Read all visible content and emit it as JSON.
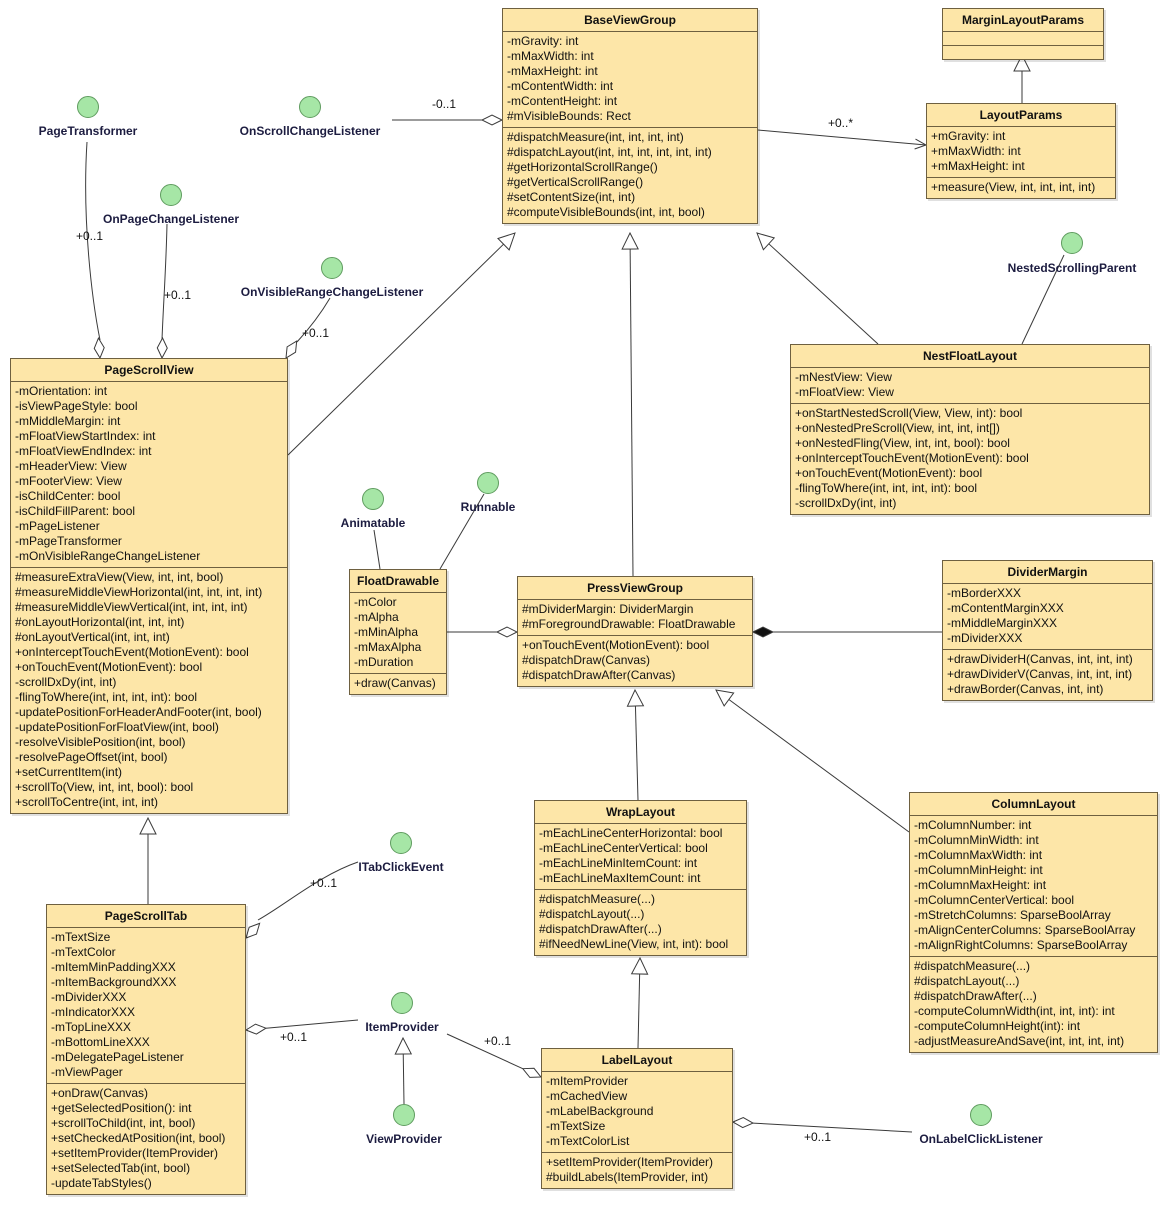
{
  "classes": {
    "baseViewGroup": {
      "name": "BaseViewGroup",
      "attributes": [
        "-mGravity: int",
        "-mMaxWidth: int",
        "-mMaxHeight: int",
        "-mContentWidth: int",
        "-mContentHeight: int",
        "#mVisibleBounds: Rect"
      ],
      "operations": [
        "#dispatchMeasure(int, int, int, int)",
        "#dispatchLayout(int, int, int, int, int, int)",
        "#getHorizontalScrollRange()",
        "#getVerticalScrollRange()",
        "#setContentSize(int, int)",
        "#computeVisibleBounds(int, int, bool)"
      ]
    },
    "marginLayoutParams": {
      "name": "MarginLayoutParams",
      "attributes": [],
      "operations": []
    },
    "layoutParams": {
      "name": "LayoutParams",
      "attributes": [
        "+mGravity: int",
        "+mMaxWidth: int",
        "+mMaxHeight: int"
      ],
      "operations": [
        "+measure(View, int, int, int, int)"
      ]
    },
    "pageScrollView": {
      "name": "PageScrollView",
      "attributes": [
        "-mOrientation: int",
        "-isViewPageStyle: bool",
        "-mMiddleMargin: int",
        "-mFloatViewStartIndex: int",
        "-mFloatViewEndIndex: int",
        "-mHeaderView: View",
        "-mFooterView: View",
        "-isChildCenter: bool",
        "-isChildFillParent: bool",
        "-mPageListener",
        "-mPageTransformer",
        "-mOnVisibleRangeChangeListener"
      ],
      "operations": [
        "#measureExtraView(View, int, int, bool)",
        "#measureMiddleViewHorizontal(int, int, int, int)",
        "#measureMiddleViewVertical(int, int, int, int)",
        "#onLayoutHorizontal(int, int, int)",
        "#onLayoutVertical(int, int, int)",
        "+onInterceptTouchEvent(MotionEvent): bool",
        "+onTouchEvent(MotionEvent): bool",
        "-scrollDxDy(int, int)",
        "-flingToWhere(int, int, int, int): bool",
        "-updatePositionForHeaderAndFooter(int, bool)",
        "-updatePositionForFloatView(int, bool)",
        "-resolveVisiblePosition(int, bool)",
        "-resolvePageOffset(int, bool)",
        "+setCurrentItem(int)",
        "+scrollTo(View, int, int, bool): bool",
        "+scrollToCentre(int, int, int)"
      ]
    },
    "nestFloatLayout": {
      "name": "NestFloatLayout",
      "attributes": [
        "-mNestView: View",
        "-mFloatView: View"
      ],
      "operations": [
        "+onStartNestedScroll(View, View, int): bool",
        "+onNestedPreScroll(View, int, int, int[])",
        "+onNestedFling(View, int, int, bool): bool",
        "+onInterceptTouchEvent(MotionEvent): bool",
        "+onTouchEvent(MotionEvent): bool",
        "-flingToWhere(int, int, int, int): bool",
        "-scrollDxDy(int, int)"
      ]
    },
    "floatDrawable": {
      "name": "FloatDrawable",
      "attributes": [
        "-mColor",
        "-mAlpha",
        "-mMinAlpha",
        "-mMaxAlpha",
        "-mDuration"
      ],
      "operations": [
        "+draw(Canvas)"
      ]
    },
    "pressViewGroup": {
      "name": "PressViewGroup",
      "attributes": [
        "#mDividerMargin: DividerMargin",
        "#mForegroundDrawable: FloatDrawable"
      ],
      "operations": [
        "+onTouchEvent(MotionEvent): bool",
        "#dispatchDraw(Canvas)",
        "#dispatchDrawAfter(Canvas)"
      ]
    },
    "dividerMargin": {
      "name": "DividerMargin",
      "attributes": [
        "-mBorderXXX",
        "-mContentMarginXXX",
        "-mMiddleMarginXXX",
        "-mDividerXXX"
      ],
      "operations": [
        "+drawDividerH(Canvas, int, int, int)",
        "+drawDividerV(Canvas, int, int, int)",
        "+drawBorder(Canvas, int, int)"
      ]
    },
    "wrapLayout": {
      "name": "WrapLayout",
      "attributes": [
        "-mEachLineCenterHorizontal: bool",
        "-mEachLineCenterVertical: bool",
        "-mEachLineMinItemCount: int",
        "-mEachLineMaxItemCount: int"
      ],
      "operations": [
        "#dispatchMeasure(...)",
        "#dispatchLayout(...)",
        "#dispatchDrawAfter(...)",
        "#ifNeedNewLine(View, int, int): bool"
      ]
    },
    "columnLayout": {
      "name": "ColumnLayout",
      "attributes": [
        "-mColumnNumber: int",
        "-mColumnMinWidth: int",
        "-mColumnMaxWidth: int",
        "-mColumnMinHeight: int",
        "-mColumnMaxHeight: int",
        "-mColumnCenterVertical: bool",
        "-mStretchColumns: SparseBoolArray",
        "-mAlignCenterColumns: SparseBoolArray",
        "-mAlignRightColumns: SparseBoolArray"
      ],
      "operations": [
        "#dispatchMeasure(...)",
        "#dispatchLayout(...)",
        "#dispatchDrawAfter(...)",
        "-computeColumnWidth(int, int, int): int",
        "-computeColumnHeight(int): int",
        "-adjustMeasureAndSave(int, int, int, int)"
      ]
    },
    "pageScrollTab": {
      "name": "PageScrollTab",
      "attributes": [
        "-mTextSize",
        "-mTextColor",
        "-mItemMinPaddingXXX",
        "-mItemBackgroundXXX",
        "-mDividerXXX",
        "-mIndicatorXXX",
        "-mTopLineXXX",
        "-mBottomLineXXX",
        "-mDelegatePageListener",
        "-mViewPager"
      ],
      "operations": [
        "+onDraw(Canvas)",
        "+getSelectedPosition(): int",
        "+scrollToChild(int, int, bool)",
        "+setCheckedAtPosition(int, bool)",
        "+setItemProvider(ItemProvider)",
        "+setSelectedTab(int, bool)",
        "-updateTabStyles()"
      ]
    },
    "labelLayout": {
      "name": "LabelLayout",
      "attributes": [
        "-mItemProvider",
        "-mCachedView",
        "-mLabelBackground",
        "-mTextSize",
        "-mTextColorList"
      ],
      "operations": [
        "+setItemProvider(ItemProvider)",
        "#buildLabels(ItemProvider, int)"
      ]
    }
  },
  "interfaces": {
    "pageTransformer": "PageTransformer",
    "onScrollChangeListener": "OnScrollChangeListener",
    "onPageChangeListener": "OnPageChangeListener",
    "onVisibleRangeChangeListener": "OnVisibleRangeChangeListener",
    "nestedScrollingParent": "NestedScrollingParent",
    "animatable": "Animatable",
    "runnable": "Runnable",
    "iTabClickEvent": "ITabClickEvent",
    "itemProvider": "ItemProvider",
    "viewProvider": "ViewProvider",
    "onLabelClickListener": "OnLabelClickListener"
  },
  "multiplicities": {
    "scrollChange": "-0..1",
    "layoutParams": "+0..*",
    "pageTransformer": "+0..1",
    "pageChange": "+0..1",
    "visibleRange": "+0..1",
    "tabClick": "+0..1",
    "tabItemProvider": "+0..1",
    "labelItemProvider": "+0..1",
    "labelClick": "+0..1"
  },
  "colors": {
    "classFill": "#fde6a8",
    "classBorder": "#6e6040",
    "interfaceFill": "#a6e6a6",
    "line": "#3a3a3a"
  }
}
